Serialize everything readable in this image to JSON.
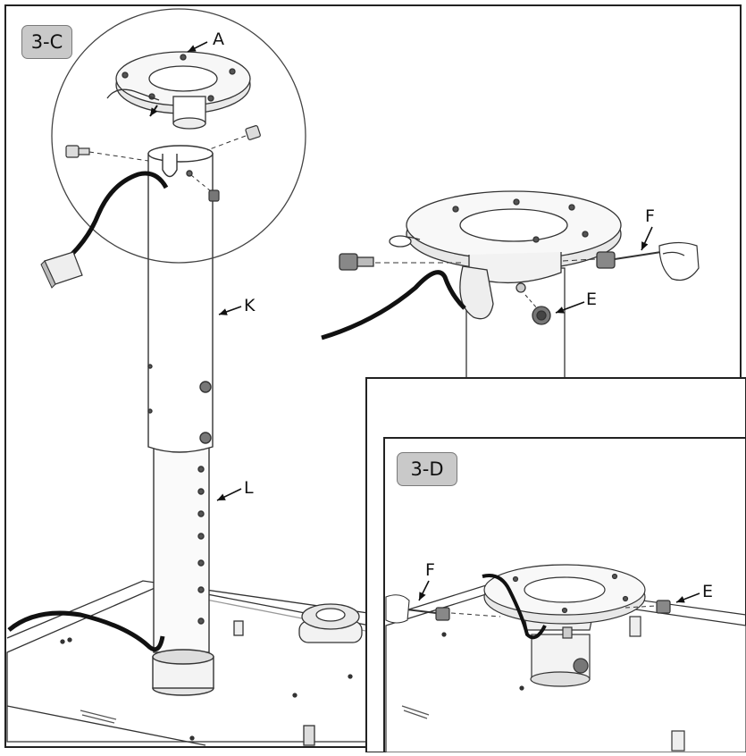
{
  "steps": {
    "step_c": "3-C",
    "step_d": "3-D"
  },
  "parts": {
    "a": "A",
    "k": "K",
    "l": "L",
    "e": "E",
    "f": "F",
    "e_d": "E",
    "f_d": "F"
  },
  "colors": {
    "line": "#222222",
    "badge_fill": "#c9c9c9",
    "cable": "#111111"
  }
}
